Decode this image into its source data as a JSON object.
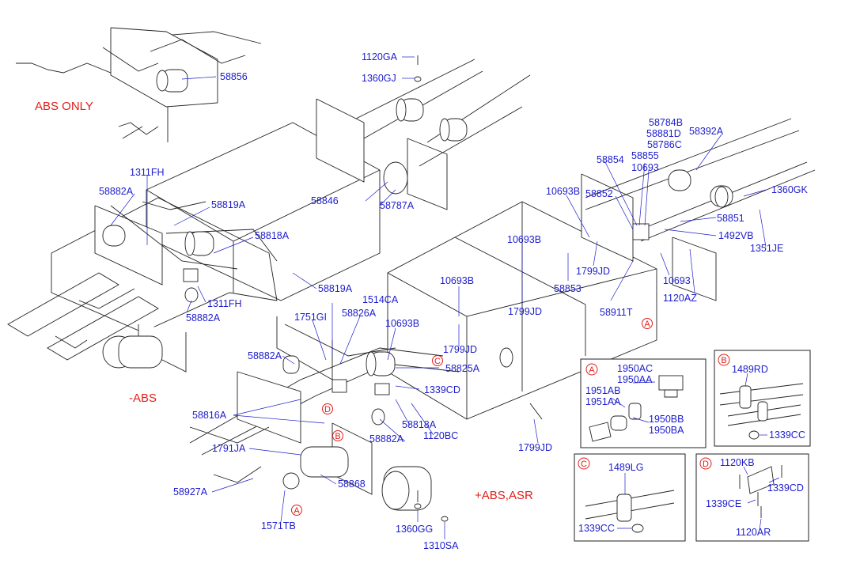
{
  "section_notes": {
    "abs_only": "ABS ONLY",
    "minus_abs": "-ABS",
    "plus_abs_asr": "+ABS,ASR"
  },
  "callouts": {
    "A": "A",
    "B": "B",
    "C": "C",
    "D": "D"
  },
  "part_labels": {
    "p58856": "58856",
    "p1120GA": "1120GA",
    "p1360GJ": "1360GJ",
    "p1311FH_top": "1311FH",
    "p58882A_left": "58882A",
    "p58819A_top": "58819A",
    "p58818A_top": "58818A",
    "p58846": "58846",
    "p58787A": "58787A",
    "p58819A_bottom": "58819A",
    "p1311FH_bottom": "1311FH",
    "p58882A_mid": "58882A",
    "p58784B": "58784B",
    "p58881D": "58881D",
    "p58786C": "58786C",
    "p58392A": "58392A",
    "p58855": "58855",
    "p58854": "58854",
    "p10693_top": "10693",
    "p1360GK": "1360GK",
    "p10693B_right": "10693B",
    "p58852": "58852",
    "p58851": "58851",
    "p1492VB": "1492VB",
    "p1351JE": "1351JE",
    "p10693B_mid": "10693B",
    "p1799JD_a": "1799JD",
    "p10693_mid": "10693",
    "p58853": "58853",
    "p1120AZ": "1120AZ",
    "p10693B_c": "10693B",
    "p1799JD_b": "1799JD",
    "p58911T": "58911T",
    "p1514CA": "1514CA",
    "p1751GI": "1751GI",
    "p58826A": "58826A",
    "p10693B_d": "10693B",
    "p1799JD_c": "1799JD",
    "p58882A_low": "58882A",
    "p58825A": "58825A",
    "p1339CD": "1339CD",
    "p58816A": "58816A",
    "p58818A_low": "58818A",
    "p1120BC": "1120BC",
    "p58882A_bottom": "58882A",
    "p1791JA": "1791JA",
    "p58868": "58868",
    "p58927A": "58927A",
    "p1571TB": "1571TB",
    "p1360GG": "1360GG",
    "p1310SA": "1310SA",
    "p1799JD_d": "1799JD"
  },
  "detail_A": {
    "title": "A",
    "labels": [
      "1950AC",
      "1950AA",
      "1951AB",
      "1951AA",
      "1950BB",
      "1950BA"
    ]
  },
  "detail_B": {
    "title": "B",
    "labels": [
      "1489RD",
      "1339CC"
    ]
  },
  "detail_C": {
    "title": "C",
    "labels": [
      "1489LG",
      "1339CC"
    ]
  },
  "detail_D": {
    "title": "D",
    "labels": [
      "1120KB",
      "1339CD",
      "1339CE",
      "1120AR"
    ]
  },
  "colors": {
    "label_blue": "#1d1dcc",
    "callout_red": "#e0201c",
    "line": "#222222",
    "background": "#ffffff"
  }
}
